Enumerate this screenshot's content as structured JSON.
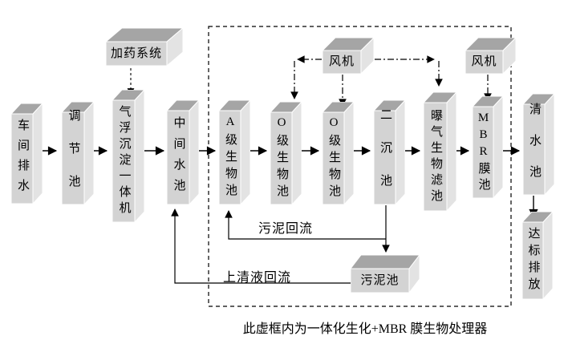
{
  "nodes": {
    "workshop_drain": "车间排水",
    "regulation_tank": "调节池",
    "air_flotation": "气浮沉淀一体机",
    "intermediate_tank": "中间水池",
    "a_bio_tank": "A级生物池",
    "o_bio_tank_1": "O级生物池",
    "o_bio_tank_2": "O级生物池",
    "secondary_sed": "二沉池",
    "aerated_biofilter": "曝气生物滤池",
    "mbr_tank": "MBR膜池",
    "clean_water_tank": "清水池",
    "discharge": "达标排放",
    "dosing_system": "加药系统",
    "fan_1": "风机",
    "fan_2": "风机",
    "sludge_tank": "污泥池"
  },
  "labels": {
    "sludge_return": "污泥回流",
    "supernatant_return": "上清液回流"
  },
  "caption": "此虚框内为一体化生化+MBR 膜生物处理器",
  "colors": {
    "box_top": "#a5a5a5",
    "box_side": "#e3e3e3",
    "box_front": "#d3d3d3",
    "line": "#000000",
    "background": "#ffffff"
  }
}
